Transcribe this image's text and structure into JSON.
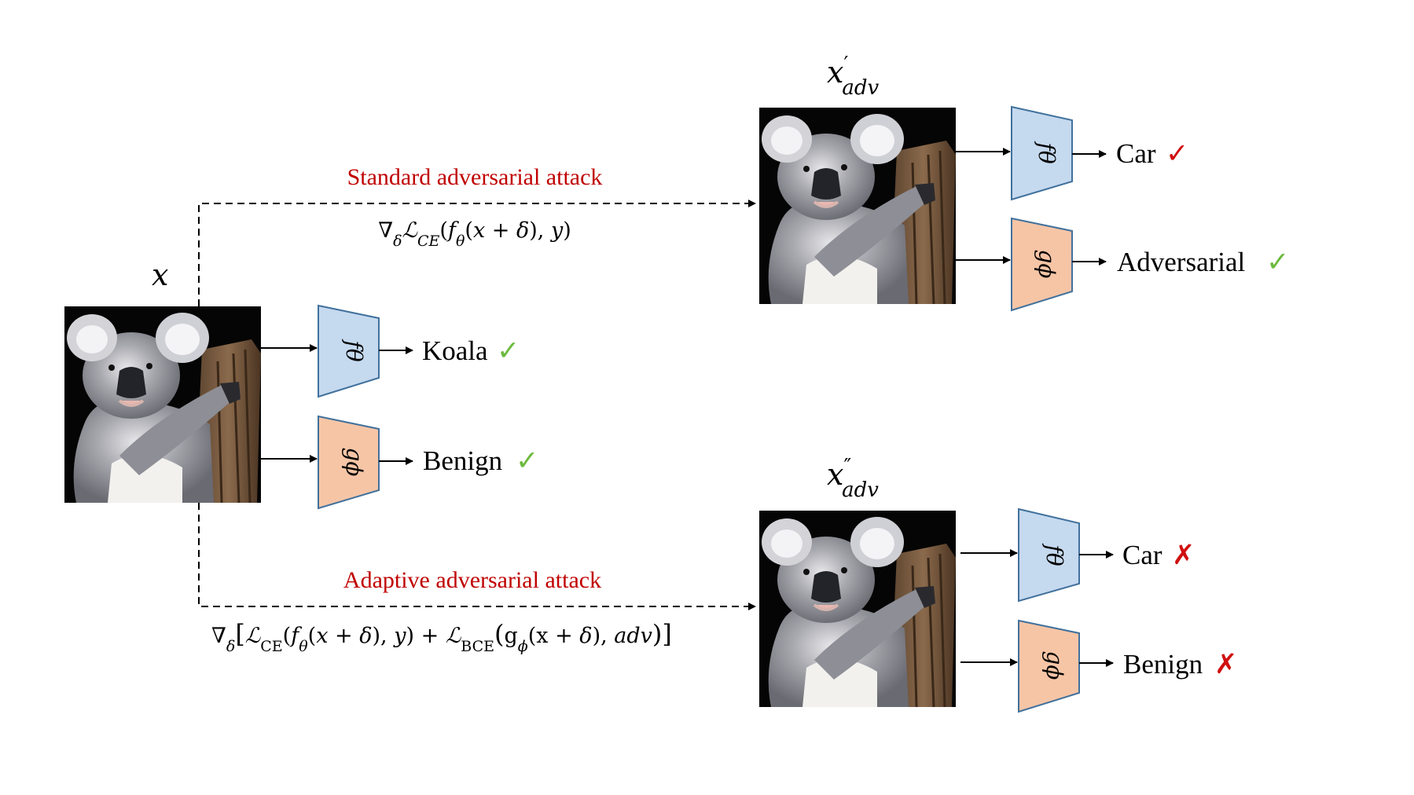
{
  "colors": {
    "f_block": "#c5d9ef",
    "g_block": "#f6c5a6",
    "block_stroke": "#41719c",
    "attack_label": "#c00000",
    "check_green": "#6cba3e",
    "check_red": "#d01010",
    "cross_red": "#d01010"
  },
  "input": {
    "var": "x"
  },
  "outputs_clean": {
    "f_label": "Koala",
    "f_mark": "✓",
    "g_label": "Benign",
    "g_mark": "✓"
  },
  "standard_attack": {
    "title": "Standard adversarial attack",
    "formula": "∇δℒCE(fθ(x + δ), y)",
    "image_var": "x′adv",
    "f_label": "Car",
    "f_mark": "✓",
    "g_label": "Adversarial",
    "g_mark": "✓"
  },
  "adaptive_attack": {
    "title": "Adaptive adversarial attack",
    "formula": "∇δ[ℒCE(fθ(x + δ), y) + ℒBCE(gϕ(x + δ), adv)]",
    "image_var": "x″adv",
    "f_label": "Car",
    "f_mark": "✗",
    "g_label": "Benign",
    "g_mark": "✗"
  },
  "networks": {
    "f": "fθ",
    "g": "gϕ"
  },
  "icons": [
    "koala-image",
    "checkmark-icon",
    "cross-icon",
    "arrow-icon"
  ]
}
